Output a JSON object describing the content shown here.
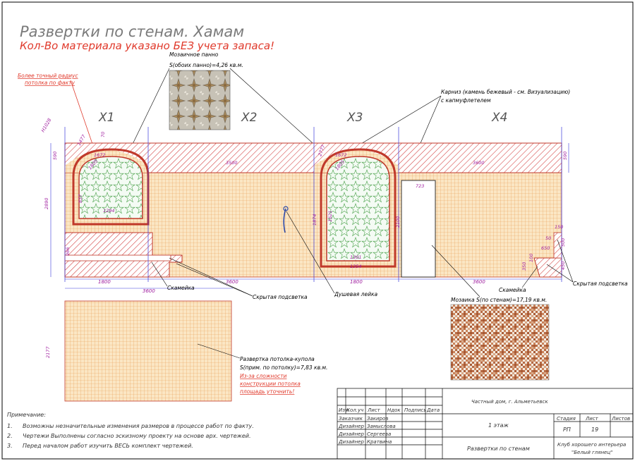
{
  "header": {
    "title": "Развертки по стенам. Хамам",
    "subtitle": "Кол-Во материала указано БЕЗ учета запаса!"
  },
  "notes": {
    "radius_note_line1": "Более точный радиус",
    "radius_note_line2": "потолка по факту",
    "mosaic_panel_line1": "Мозаичное панно",
    "mosaic_panel_line2": "S(обоих панно)=4,26 кв.м.",
    "cornice_line1": "Карниз (камень бежевый - см. Визуализацию)",
    "cornice_line2": "с капмуфлетелем",
    "bench_left": "Скамейка",
    "hidden_light_left": "Скрытая подсветка",
    "shower": "Душевая лейка",
    "bench_right": "Скамейка",
    "hidden_light_right": "Скрытая подсветка",
    "mosaic_walls": "Мозаика S(по стенам)=17,19 кв.м.",
    "ceiling_line1": "Развертка потолка-купола",
    "ceiling_line2": "S(прим. по потолку)=7,83 кв.м.",
    "ceiling_warn1": "Из-за сложности",
    "ceiling_warn2": "конструкции потолка",
    "ceiling_warn3": "площадь уточнить!"
  },
  "axes": [
    "Х1",
    "Х2",
    "Х3",
    "Х4"
  ],
  "dims": {
    "d_h1028": "Н1028",
    "d_1477": "1477",
    "d_70": "70",
    "d_590a": "590",
    "d_1672a": "1672",
    "d_1805a": "1805",
    "d_3500": "3500",
    "d_2890": "2890",
    "d_837": "837",
    "d_1294": "1294",
    "d_966": "966",
    "d_2777": "2777",
    "d_1672b": "1672",
    "d_1805b": "1805",
    "d_1874": "1874",
    "d_1621": "1621",
    "d_1301": "1301",
    "d_1354": "1354",
    "d_2100": "2100",
    "d_723": "723",
    "d_3600top": "3600",
    "d_590b": "590",
    "d_150": "150",
    "d_50": "50",
    "d_500": "500",
    "d_650": "650",
    "d_350": "350",
    "d_100": "100",
    "d_450": "450",
    "d_1800a": "1800",
    "d_3600a": "3600",
    "d_3600b": "3600",
    "d_1800b": "1800",
    "d_3600c": "3600",
    "d_2177": "2177"
  },
  "remarks": {
    "title": "Примечание:",
    "n1": "1.",
    "t1": "Возможны незначительные изменения размеров в процессе работ по факту.",
    "n2": "2.",
    "t2": "Чертежи Выполнены согласно эскизному проекту на основе арх. чертежей.",
    "n3": "3.",
    "t3": "Перед началом работ изучить ВЕСЬ комплект чертежей."
  },
  "stamp": {
    "project": "Частный дом, г. Альметьевск",
    "h_izm": "Изм",
    "h_kol": "Кол.уч",
    "h_list": "Лист",
    "h_ndok": "Ндок",
    "h_podp": "Подпись",
    "h_data": "Дата",
    "r1_role": "Заказчик",
    "r1_name": "Закиров",
    "r2_role": "Дизайнер",
    "r2_name": "Замыслова",
    "r3_role": "Дизайнер",
    "r3_name": "Сергеева",
    "r4_role": "Дизайнер",
    "r4_name": "Кратвина",
    "floor": "1 этаж",
    "stage_h": "Стадия",
    "sheet_h": "Лист",
    "sheets_h": "Листов",
    "stage": "РП",
    "sheet": "19",
    "sheets": "",
    "drawing": "Развертки по стенам",
    "company_line1": "Клуб хорошего интерьера",
    "company_line2": "\"Белый глянец\""
  }
}
